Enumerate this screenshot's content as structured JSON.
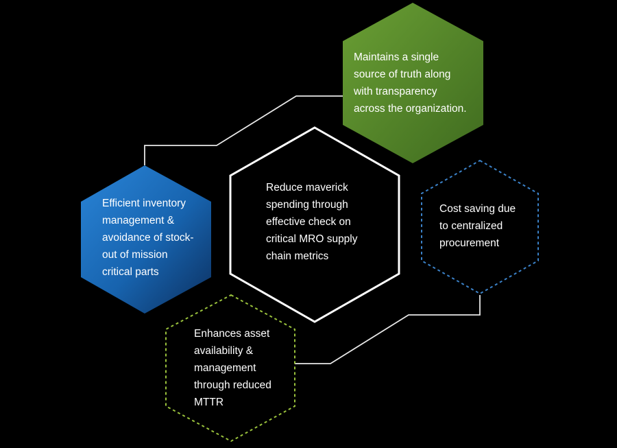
{
  "nodes": {
    "single_source": {
      "text": "Maintains a single\nsource of truth along\nwith transparency\nacross the organization.",
      "style": "filled",
      "color": "#5a8f2e"
    },
    "inventory": {
      "text": "Efficient inventory\nmanagement &\navoidance of stock-\nout of mission\ncritical parts",
      "style": "filled",
      "color": "#1a6bbf"
    },
    "maverick": {
      "text": "Reduce maverick\nspending through\neffective check on\ncritical MRO supply\nchain metrics",
      "style": "outline-solid",
      "color": "#ffffff"
    },
    "cost_saving": {
      "text": "Cost saving due\nto centralized\nprocurement",
      "style": "outline-dotted",
      "color": "#3b82c9"
    },
    "asset": {
      "text": "Enhances asset\navailability &\nmanagement\nthrough reduced\nMTTR",
      "style": "outline-dotted",
      "color": "#9ac23c"
    }
  },
  "connectors": [
    {
      "from": "inventory",
      "to": "single_source"
    },
    {
      "from": "asset",
      "to": "cost_saving"
    }
  ]
}
